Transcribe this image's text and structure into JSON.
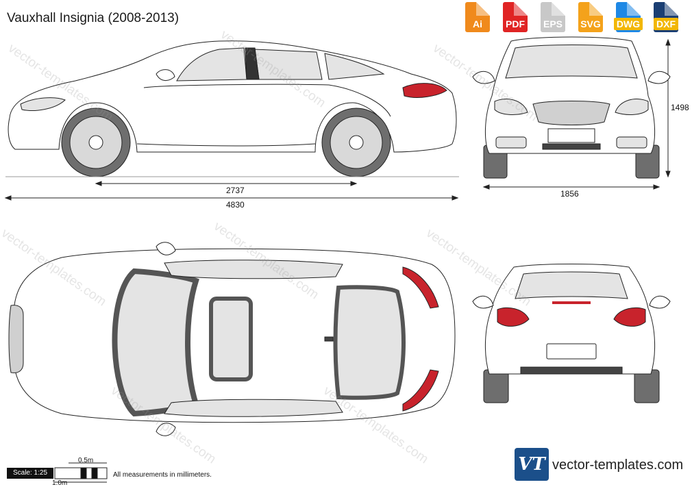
{
  "title": "Vauxhall Insignia (2008-2013)",
  "formats": [
    {
      "label": "Ai",
      "color": "#f08a1c"
    },
    {
      "label": "PDF",
      "color": "#e02424"
    },
    {
      "label": "EPS",
      "color": "#c8c8c8"
    },
    {
      "label": "SVG",
      "color": "#f4a21b"
    },
    {
      "label": "DWG",
      "color": "#1e88e5"
    },
    {
      "label": "DXF",
      "color": "#1b3f73"
    }
  ],
  "dimensions": {
    "wheelbase": "2737",
    "length": "4830",
    "width": "1856",
    "height": "1498"
  },
  "scale": {
    "label": "Scale: 1:25",
    "half": "0.5m",
    "full": "1.0m"
  },
  "note": "All measurements in millimeters.",
  "brand": {
    "logo": "VT",
    "name": "vector-templates.com"
  },
  "watermark": "vector-templates.com",
  "colors": {
    "window": "#e4e4e4",
    "tire": "#6e6e6e",
    "light": "#c8232c",
    "line": "#222222"
  }
}
